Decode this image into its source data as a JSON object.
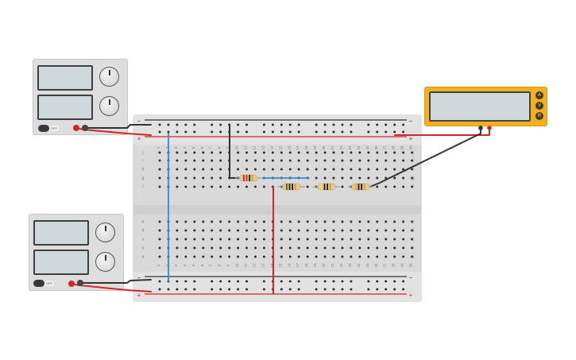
{
  "supply_top": {
    "switch_label": "OFF"
  },
  "supply_bottom": {
    "switch_label": "OFF"
  },
  "multimeter": {
    "buttons": [
      "A",
      "V",
      "R"
    ]
  },
  "breadboard": {
    "columns": [
      "1",
      "2",
      "3",
      "4",
      "5",
      "6",
      "7",
      "8",
      "9",
      "10",
      "11",
      "12",
      "13",
      "14",
      "15",
      "16",
      "17",
      "18",
      "19",
      "20",
      "21",
      "22",
      "23",
      "24",
      "25",
      "26",
      "27",
      "28",
      "29",
      "30"
    ],
    "rows_top": [
      "j",
      "i",
      "h",
      "g",
      "f"
    ],
    "rows_bottom": [
      "e",
      "d",
      "c",
      "b",
      "a"
    ],
    "rail_minus": "−",
    "rail_plus": "+"
  },
  "colors": {
    "red": "#d32626",
    "black": "#333333",
    "blue": "#2a8fd6",
    "accent": "#f2b01e"
  }
}
